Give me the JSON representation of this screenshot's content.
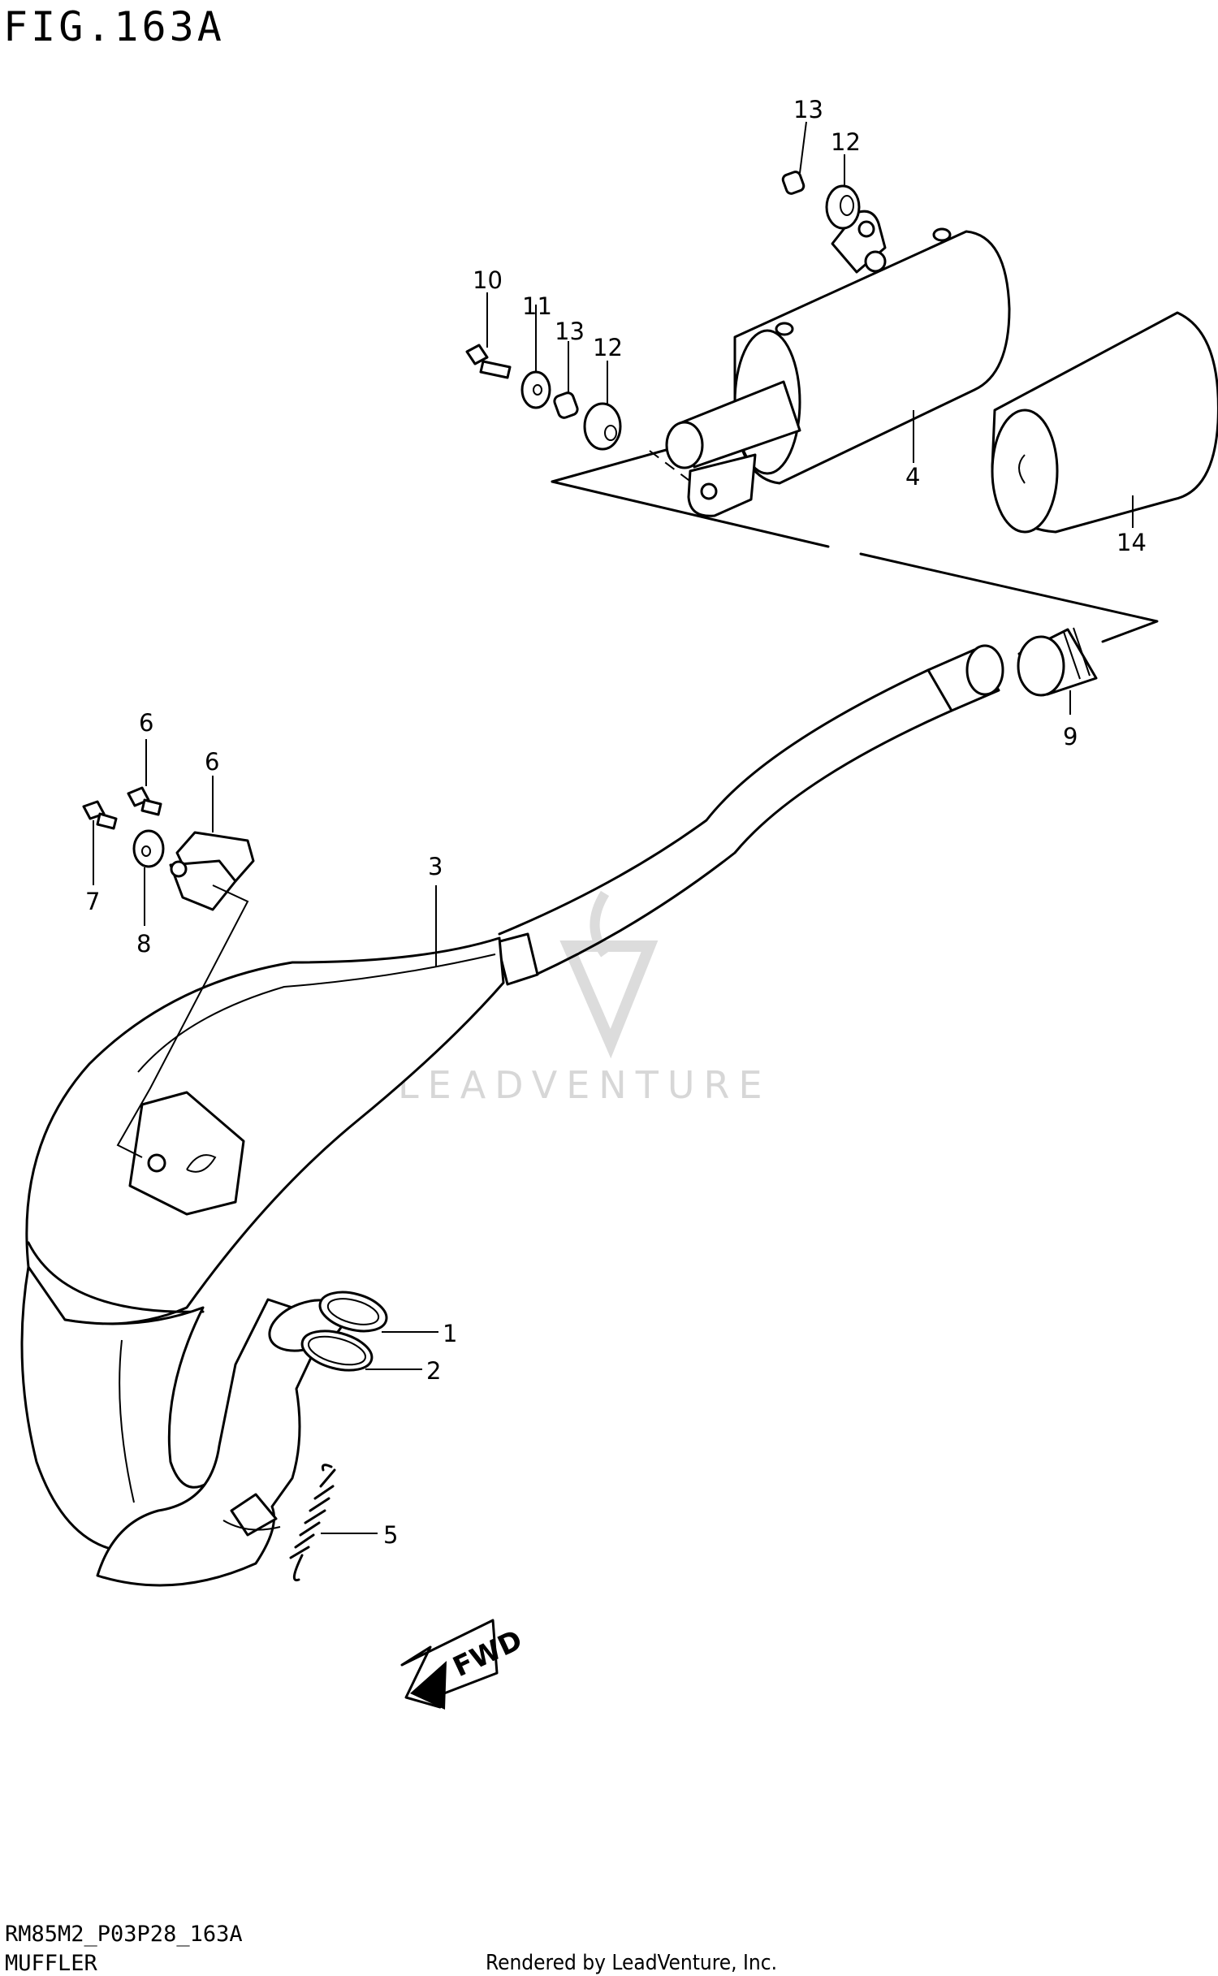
{
  "figure": {
    "title": "FIG.163A"
  },
  "footer": {
    "code": "RM85M2_P03P28_163A",
    "name": "MUFFLER",
    "credit": "Rendered by LeadVenture, Inc."
  },
  "watermark": {
    "text": "LEADVENTURE"
  },
  "direction": {
    "label": "FWD"
  },
  "callouts": [
    {
      "id": "c1",
      "label": "1"
    },
    {
      "id": "c2",
      "label": "2"
    },
    {
      "id": "c3",
      "label": "3"
    },
    {
      "id": "c4",
      "label": "4"
    },
    {
      "id": "c5",
      "label": "5"
    },
    {
      "id": "c6",
      "label": "6"
    },
    {
      "id": "c7a",
      "label": "7"
    },
    {
      "id": "c7b",
      "label": "7"
    },
    {
      "id": "c8",
      "label": "8"
    },
    {
      "id": "c9",
      "label": "9"
    },
    {
      "id": "c10",
      "label": "10"
    },
    {
      "id": "c11",
      "label": "11"
    },
    {
      "id": "c12a",
      "label": "12"
    },
    {
      "id": "c12b",
      "label": "12"
    },
    {
      "id": "c13a",
      "label": "13"
    },
    {
      "id": "c13b",
      "label": "13"
    },
    {
      "id": "c14",
      "label": "14"
    }
  ]
}
